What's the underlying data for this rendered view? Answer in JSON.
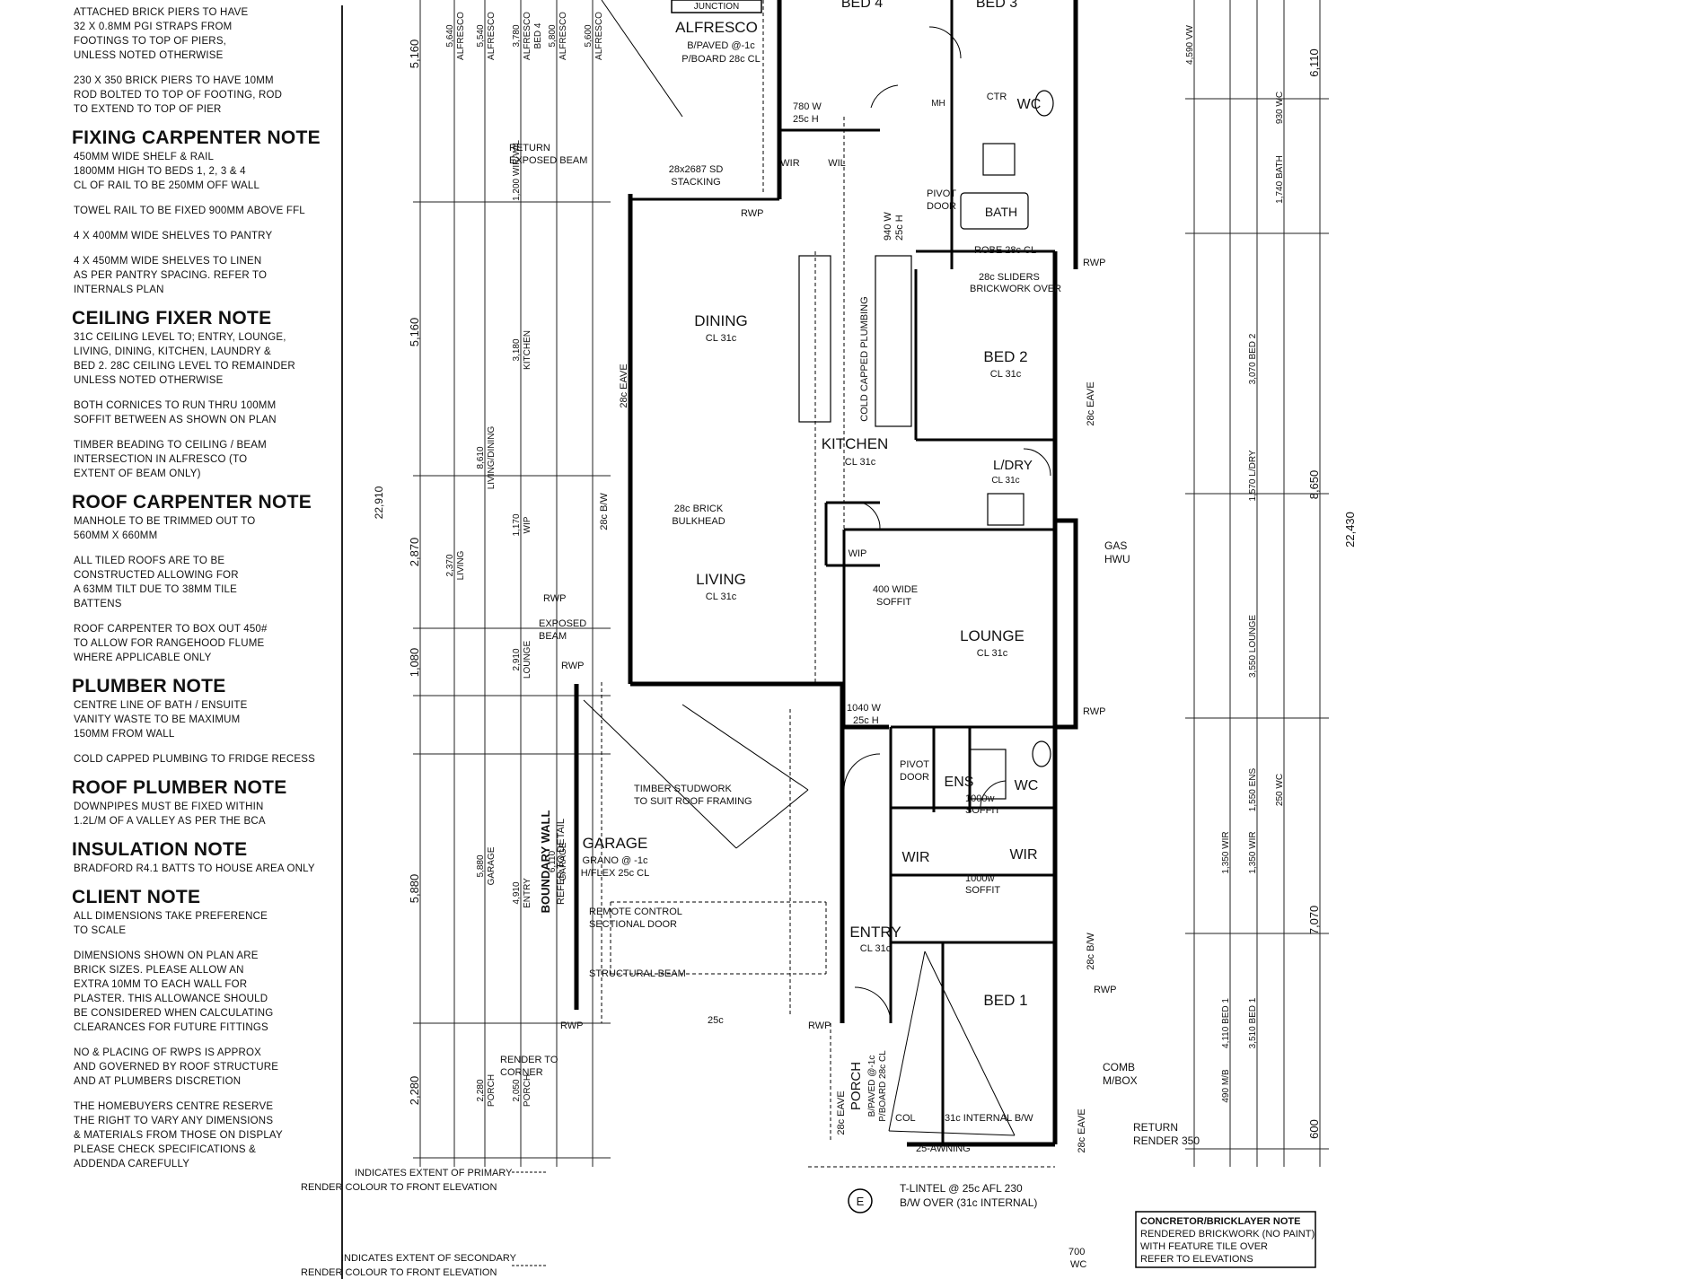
{
  "notes": {
    "p1": "ATTACHED BRICK PIERS TO HAVE\n32 x 0.8mm PGI STRAPS FROM\nFOOTINGS TO TOP OF PIERS,\nUNLESS NOTED OTHERWISE",
    "p2": "230 x 350 BRICK PIERS TO HAVE 10mm\nROD BOLTED TO TOP OF FOOTING, ROD\nTO EXTEND TO TOP OF PIER",
    "h_fixing": "FIXING CARPENTER NOTE",
    "p3": "450mm WIDE SHELF & RAIL\n1800mm HIGH TO BEDS 1, 2, 3 & 4\nCL OF RAIL TO BE 250mm OFF WALL",
    "p4": "TOWEL RAIL TO BE FIXED 900mm ABOVE FFL",
    "p5": "4 x 400mm WIDE SHELVES TO PANTRY",
    "p6": "4 x 450mm WIDE SHELVES TO LINEN\nAS PER PANTRY SPACING. REFER TO\nINTERNALS PLAN",
    "h_ceiling": "CEILING FIXER NOTE",
    "p7": "31c CEILING LEVEL TO; ENTRY, LOUNGE,\nLIVING, DINING, KITCHEN, LAUNDRY &\nBED 2. 28c CEILING LEVEL TO REMAINDER\nUNLESS NOTED OTHERWISE",
    "p8": "BOTH CORNICES TO RUN THRU 100mm\nSOFFIT BETWEEN AS SHOWN ON PLAN",
    "p9": "TIMBER BEADING TO CEILING / BEAM\nINTERSECTION IN ALFRESCO (TO\nEXTENT OF BEAM ONLY)",
    "h_roofcarp": "ROOF CARPENTER NOTE",
    "p10": "MANHOLE TO BE TRIMMED OUT TO\n560mm x 660mm",
    "p11": "ALL TILED ROOFS ARE TO BE\nCONSTRUCTED ALLOWING FOR\nA 63mm TILT DUE TO 38mm TILE\nBATTENS",
    "p12": "ROOF CARPENTER TO BOX OUT 450#\nTO ALLOW FOR RANGEHOOD FLUME\nWHERE APPLICABLE ONLY",
    "h_plumber": "PLUMBER NOTE",
    "p13": "CENTRE LINE OF BATH / ENSUITE\nVANITY WASTE TO BE MAXIMUM\n150mm FROM WALL",
    "p14": "COLD CAPPED PLUMBING TO FRIDGE RECESS",
    "h_roofplumb": "ROOF PLUMBER NOTE",
    "p15": "DOWNPIPES MUST BE FIXED WITHIN\n1.2L/M OF A VALLEY AS PER THE BCA",
    "h_insul": "INSULATION NOTE",
    "p16": "BRADFORD R4.1 BATTS TO HOUSE AREA ONLY",
    "h_client": "CLIENT NOTE",
    "p17": "ALL DIMENSIONS TAKE PREFERENCE\nTO SCALE",
    "p18": "DIMENSIONS SHOWN ON PLAN ARE\nBRICK SIZES. PLEASE ALLOW AN\nEXTRA 10mm TO EACH WALL FOR\nPLASTER. THIS ALLOWANCE SHOULD\nBE CONSIDERED WHEN CALCULATING\nCLEARANCES FOR FUTURE FITTINGS",
    "p19": "No & PLACING OF RWPs IS APPROX\nAND GOVERNED BY ROOF STRUCTURE\nAND AT PLUMBERS DISCRETION",
    "p20": "THE HOMEBUYERS CENTRE RESERVE\nTHE RIGHT TO VARY ANY DIMENSIONS\n& MATERIALS FROM THOSE ON DISPLAY\nPLEASE CHECK SPECIFICATIONS &\nADDENDA CAREFULLY"
  },
  "rooms": {
    "alfresco": "ALFRESCO",
    "alfresco_sub1": "B/PAVED @-1c",
    "alfresco_sub2": "P/BOARD 28c CL",
    "junction": "JUNCTION",
    "bed4": "BED 4",
    "bed3": "BED 3",
    "dining": "DINING",
    "dining_cl": "CL 31c",
    "kitchen": "KITCHEN",
    "kitchen_cl": "CL 31c",
    "living": "LIVING",
    "living_cl": "CL 31c",
    "lounge": "LOUNGE",
    "lounge_cl": "CL 31c",
    "bed2": "BED 2",
    "bed2_cl": "CL 31c",
    "ldry": "L/DRY",
    "ldry_cl": "CL 31c",
    "garage": "GARAGE",
    "garage_sub1": "GRANO @ -1c",
    "garage_sub2": "H/FLEX 25c CL",
    "entry": "ENTRY",
    "entry_cl": "CL 31c",
    "bed1": "BED 1",
    "ens": "ENS",
    "wc": "WC",
    "wir": "WIR",
    "wil": "WIL",
    "wip": "WIP",
    "bath": "BATH",
    "mh": "MH",
    "ctr": "CTR",
    "porch": "PORCH",
    "porch_sub1": "B/PAVED @-1c",
    "porch_sub2": "P/BOARD 28c CL"
  },
  "annotations": {
    "stacking1": "28x2687 SD",
    "stacking2": "STACKING",
    "return_beam1": "RETURN",
    "return_beam2": "EXPOSED BEAM",
    "exposed_beam1": "EXPOSED",
    "exposed_beam2": "BEAM",
    "bulkhead1": "28c BRICK",
    "bulkhead2": "BULKHEAD",
    "soffit400_1": "400 WIDE",
    "soffit400_2": "SOFFIT",
    "timber1": "TIMBER STUDWORK",
    "timber2": "TO SUIT ROOF FRAMING",
    "remote1": "REMOTE CONTROL",
    "remote2": "SECTIONAL DOOR",
    "structural_beam": "STRUCTURAL BEAM",
    "boundary1": "BOUNDARY WALL",
    "boundary2": "REFER TO DETAIL",
    "render_corner1": "RENDER TO",
    "render_corner2": "CORNER",
    "cold_capped": "COLD CAPPED PLUMBING",
    "sliders1": "28c SLIDERS",
    "sliders2": "BRICKWORK OVER",
    "robe": "ROBE 28c CL",
    "pivot1": "PIVOT",
    "pivot2": "DOOR",
    "gas1": "GAS",
    "gas2": "HWU",
    "comb1": "COMB",
    "comb2": "M/BOX",
    "return_render1": "RETURN",
    "return_render2": "RENDER 350",
    "tlintel1": "T-LINTEL @ 25c AFL 230",
    "tlintel2": "B/W OVER (31c INTERNAL)",
    "awning": "25-AWNING",
    "int_bw": "31c INTERNAL B/W",
    "col": "COL",
    "soffit1000a": "1000w",
    "soffit1000b": "SOFFIT",
    "soffit1000c": "1000w",
    "soffit1000d": "SOFFIT",
    "d780": "780 W",
    "d780b": "25c H",
    "d1040": "1040 W",
    "d1040b": "25c H",
    "d940": "940 W",
    "d940b": "25c H",
    "eave_28c": "28c EAVE",
    "bw_28c": "28c B/W",
    "twentyfive_c": "25c",
    "compass": "E",
    "primary1": "INDICATES EXTENT OF PRIMARY",
    "primary2": "RENDER COLOUR TO FRONT ELEVATION",
    "secondary1": "INDICATES EXTENT OF SECONDARY",
    "secondary2": "RENDER COLOUR TO FRONT ELEVATION",
    "concretor_title": "CONCRETOR/BRICKLAYER NOTE",
    "concretor1": "RENDERED BRICKWORK (NO PAINT)",
    "concretor2": "WITH FEATURE TILE OVER",
    "concretor3": "REFER TO ELEVATIONS",
    "rwp": "RWP",
    "wc_bottom": "WC",
    "d700": "700"
  },
  "dims_left": {
    "d5160a": "5,160",
    "d5160b": "5,160",
    "d2870": "2,870",
    "d1080": "1,080",
    "d5880": "5,880",
    "d2280": "2,280",
    "d22910": "22,910",
    "col2_1": "5,640",
    "col2_1l": "ALFRESCO",
    "col2_2": "5,540",
    "col2_2l": "ALFRESCO",
    "col2_3": "3,780",
    "col2_3l": "ALFRESCO",
    "col2_4": "BED 4",
    "col2_5": "5,800",
    "col2_5l": "ALFRESCO",
    "col2_6": "5,600",
    "col2_6l": "ALFRESCO",
    "wir_wil": "1,200 WIR/WIL",
    "kitchen_dim": "3,180",
    "kitchen_lbl": "KITCHEN",
    "livdin_dim": "8,610",
    "livdin_lbl": "LIVING/DINING",
    "wip_dim": "1,170",
    "wip_lbl": "WIP",
    "living_dim": "2,370",
    "living_lbl": "LIVING",
    "lounge_dim": "2,910",
    "lounge_lbl": "LOUNGE",
    "garage_dim": "5,880",
    "garage_lbl": "GARAGE",
    "entry_dim": "4,910",
    "entry_lbl": "ENTRY",
    "garage2_dim": "6,110",
    "garage2_lbl": "GARAGE",
    "porch_dim": "2,280",
    "porch_lbl": "PORCH",
    "porch2_dim": "2,050",
    "porch2_lbl": "PORCH"
  },
  "dims_right": {
    "t6110": "6,110",
    "t8650": "8,650",
    "t22430": "22,430",
    "t7070": "7,070",
    "t600": "600",
    "r_vw": "4,590 VW",
    "r_wc": "930 WC",
    "r_bath": "1,740 BATH",
    "r_bed2": "3,070 BED 2",
    "r_ldry": "1,570 L/DRY",
    "r_lounge": "3,550 LOUNGE",
    "r_ens": "1,550 ENS",
    "r_wc2": "250 WC",
    "r_wir": "1,350 WIR",
    "r_wir2": "1,350 WIR",
    "r_bed1": "4,110 BED 1",
    "r_bed1b": "3,510 BED 1",
    "r_mb": "490 M/B"
  }
}
